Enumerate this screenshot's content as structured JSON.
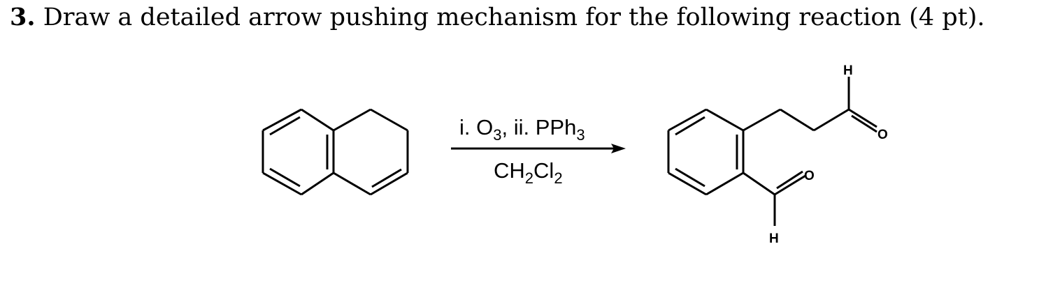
{
  "question": {
    "number": "3.",
    "text": "Draw a detailed arrow pushing mechanism for the following reaction (4 pt)."
  },
  "reaction": {
    "reagents_above": {
      "prefix": "i. O",
      "sub1": "3",
      "middle": ", ii. PPh",
      "sub2": "3"
    },
    "reagents_below": {
      "part1": "CH",
      "sub1": "2",
      "part2": "Cl",
      "sub2": "2"
    },
    "product_labels": {
      "top_hydrogen": "H",
      "top_oxygen": "O",
      "bottom_oxygen": "O",
      "bottom_hydrogen": "H"
    }
  }
}
